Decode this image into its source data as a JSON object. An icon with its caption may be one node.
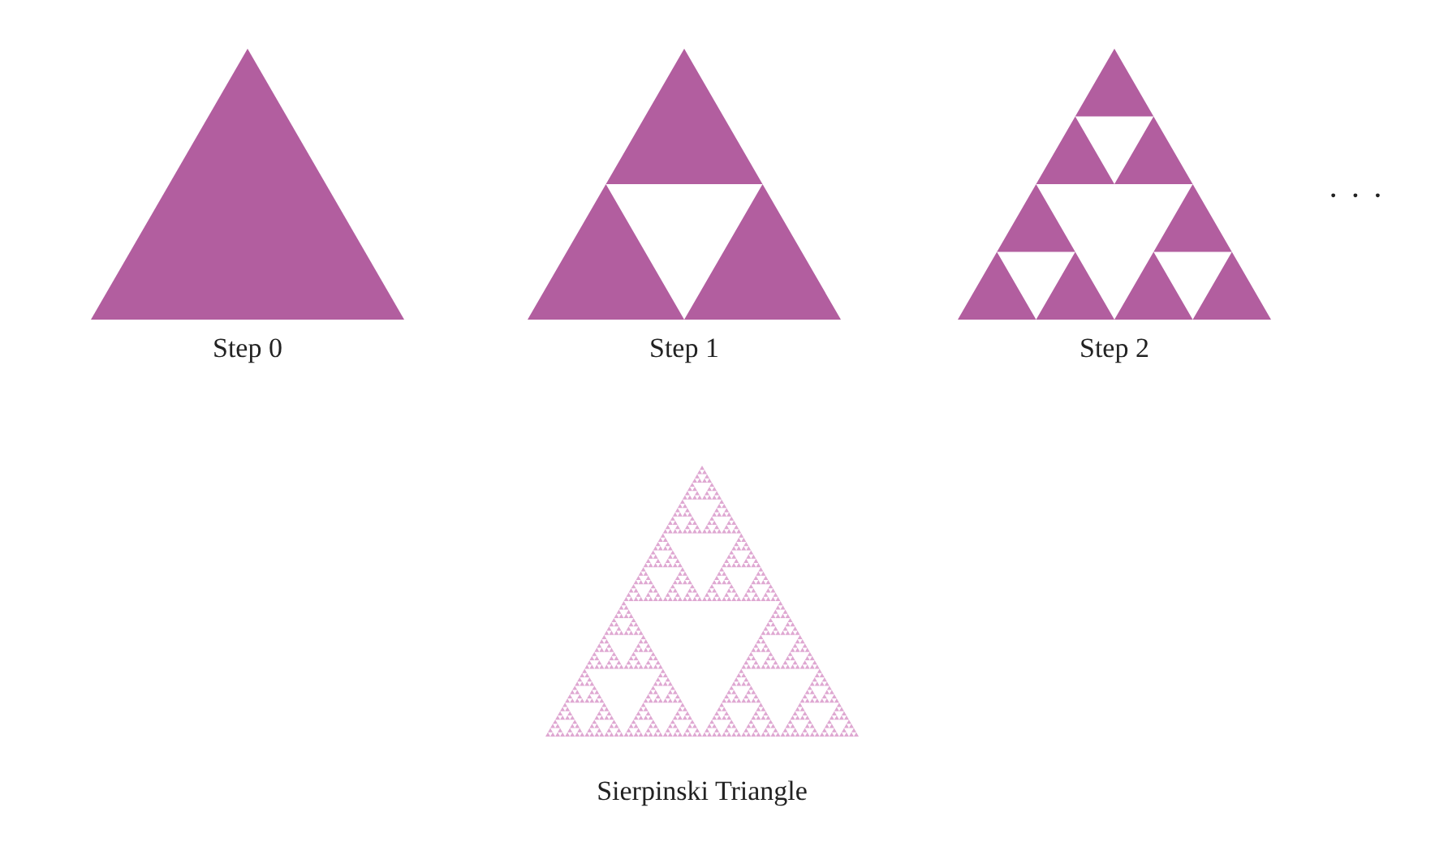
{
  "diagram": {
    "nodes": [
      {
        "text": [
          "Step 0"
        ]
      },
      {
        "text": [
          "Step 1"
        ]
      },
      {
        "text": [
          "Step 2"
        ]
      },
      {
        "text": [
          "Sierpinski Triangle"
        ]
      }
    ],
    "labels": [
      "· · ·"
    ]
  }
}
